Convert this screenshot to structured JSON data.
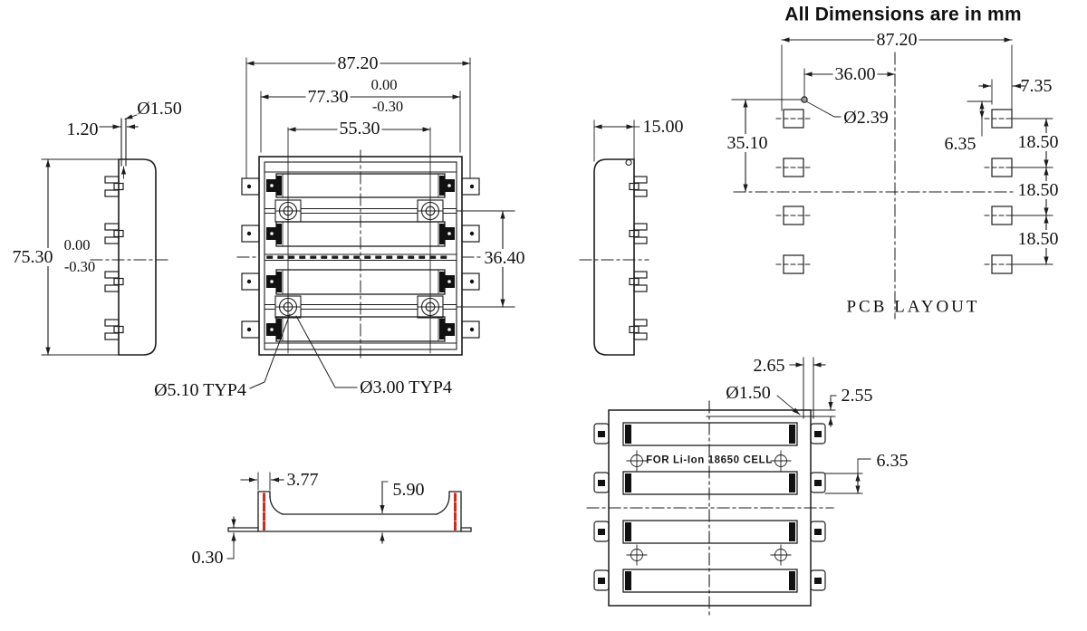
{
  "title": "All Dimensions are in mm",
  "colors": {
    "line": "#1c1c1c",
    "contact_red": "#d42a1e"
  },
  "views": {
    "left_profile": {
      "dims": {
        "pin_offset": "1.20",
        "pin_dia": "Ø1.50",
        "height": "75.30",
        "height_tol_upper": "0.00",
        "height_tol_lower": "-0.30"
      }
    },
    "top_view": {
      "dims": {
        "overall_width": "87.20",
        "body_width": "77.30",
        "body_width_tol_upper": "0.00",
        "body_width_tol_lower": "-0.30",
        "slot_width": "55.30",
        "hole_spacing": "36.40",
        "boss_dia": "Ø5.10 TYP4",
        "hole_dia": "Ø3.00 TYP4"
      }
    },
    "right_profile": {
      "dims": {
        "depth": "15.00"
      }
    },
    "pcb_layout": {
      "caption": "PCB LAYOUT",
      "dims": {
        "overall_width": "87.20",
        "hole_offset_x": "36.00",
        "pad_offset": "7.35",
        "hole_dia": "Ø2.39",
        "hole_offset_y": "35.10",
        "pad_edge": "6.35",
        "pitch_1": "18.50",
        "pitch_2": "18.50",
        "pitch_3": "18.50"
      }
    },
    "section_detail": {
      "dims": {
        "wall": "3.77",
        "depth": "5.90",
        "floor": "0.30"
      }
    },
    "bottom_view": {
      "cell_note": "FOR Li-Ion 18650 CELL",
      "dims": {
        "pin_offset": "2.65",
        "pin_dia": "Ø1.50",
        "pin_height": "2.55",
        "tab_width": "6.35"
      }
    }
  }
}
